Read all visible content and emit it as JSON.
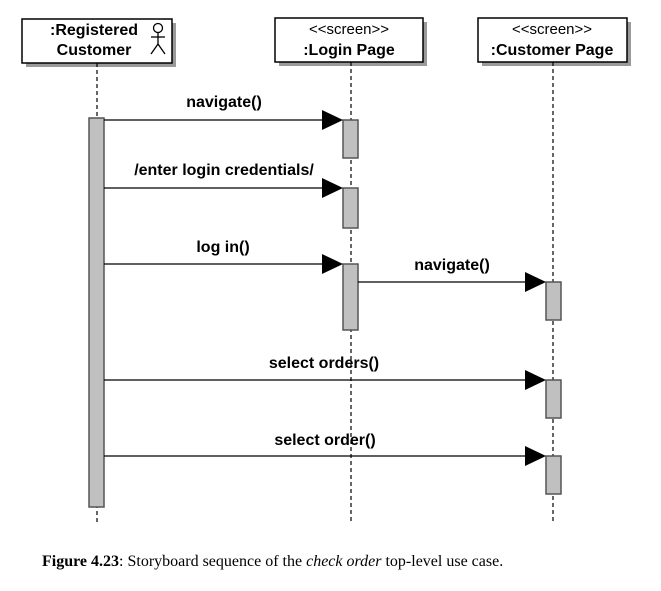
{
  "participants": {
    "customer": {
      "line1": ":Registered",
      "line2": "Customer"
    },
    "login": {
      "stereotype": "<<screen>>",
      "name": ":Login Page"
    },
    "customer_page": {
      "stereotype": "<<screen>>",
      "name": ":Customer Page"
    }
  },
  "messages": [
    {
      "label": "navigate()",
      "from": "Registered Customer",
      "to": "Login Page"
    },
    {
      "label": "/enter login credentials/",
      "from": "Registered Customer",
      "to": "Login Page"
    },
    {
      "label": "log in()",
      "from": "Registered Customer",
      "to": "Login Page"
    },
    {
      "label": "navigate()",
      "from": "Login Page",
      "to": "Customer Page"
    },
    {
      "label": "select orders()",
      "from": "Registered Customer",
      "to": "Customer Page"
    },
    {
      "label": "select order()",
      "from": "Registered Customer",
      "to": "Customer Page"
    }
  ],
  "caption": {
    "figure_label": "Figure 4.23",
    "text_before": ": Storyboard sequence of the ",
    "emphasis": "check order",
    "text_after": " top-level use case."
  }
}
